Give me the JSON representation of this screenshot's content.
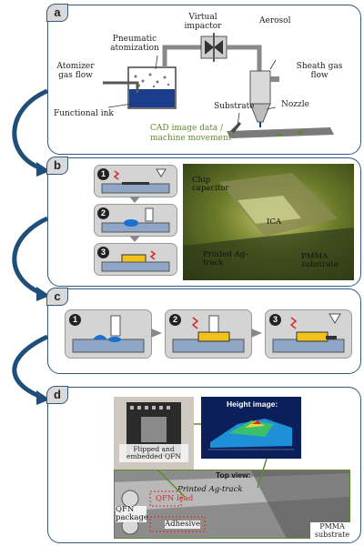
{
  "panels": {
    "a": {
      "letter": "a",
      "labels": {
        "virtual_impactor": "Virtual impactor",
        "aerosol": "Aerosol",
        "pneumatic_atomization": "Pneumatic atomization",
        "atomizer_gas_flow": "Atomizer gas flow",
        "sheath_gas_flow": "Sheath gas flow",
        "nozzle": "Nozzle",
        "substrate": "Substrate",
        "functional_ink": "Functional ink",
        "cad_line1": "CAD image data /",
        "cad_line2": "machine movement"
      }
    },
    "b": {
      "letter": "b",
      "steps": [
        "1",
        "2",
        "3"
      ],
      "photo_labels": {
        "chip_capacitor": "Chip capacitor",
        "ica": "ICA",
        "printed_ag_track": "Printed Ag-track",
        "pmma_substrate": "PMMA substrate"
      }
    },
    "c": {
      "letter": "c",
      "steps": [
        "1",
        "2",
        "3"
      ]
    },
    "d": {
      "letter": "d",
      "labels": {
        "flipped_qfn": "Flipped and embedded QFN",
        "height_image": "Height image:",
        "top_view": "Top view:",
        "printed_ag_track": "Printed Ag-track",
        "qfn_package": "QFN package",
        "qfn_lead": "QFN lead",
        "adhesive": "Adhesive",
        "pmma_substrate": "PMMA substrate"
      }
    }
  },
  "colors": {
    "panel_border": "#34597a",
    "arrow": "#1f4e79",
    "green_text": "#5f8a2d",
    "ink_blue": "#1a3e8c",
    "component_yellow": "#f2c21b",
    "red": "#d62828"
  }
}
